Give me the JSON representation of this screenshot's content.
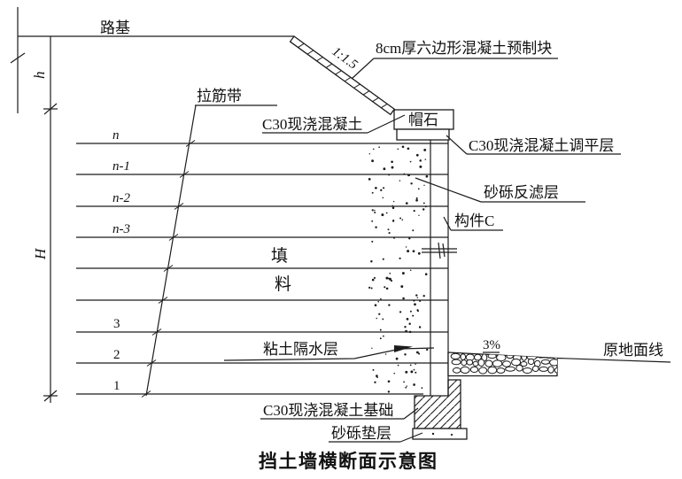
{
  "figure": {
    "title": "挡土墙横断面示意图",
    "roadbed": "路基",
    "slope_ratio": "1:1.5",
    "precast_block": "8cm厚六边形混凝土预制块",
    "tie_strip": "拉筋带",
    "cast_concrete": "C30现浇混凝土",
    "cap_stone": "帽石",
    "leveling_layer": "C30现浇混凝土调平层",
    "filter_layer": "砂砾反滤层",
    "component_c": "构件C",
    "fill_char_1": "填",
    "fill_char_2": "料",
    "clay_barrier": "粘土隔水层",
    "slope_percent": "3%",
    "ground_line": "原地面线",
    "foundation": "C30现浇混凝土基础",
    "cushion": "砂砾垫层",
    "dim_small": "h",
    "dim_large": "H",
    "layer_labels": [
      "n",
      "n-1",
      "n-2",
      "n-3",
      "3",
      "2",
      "1"
    ]
  }
}
